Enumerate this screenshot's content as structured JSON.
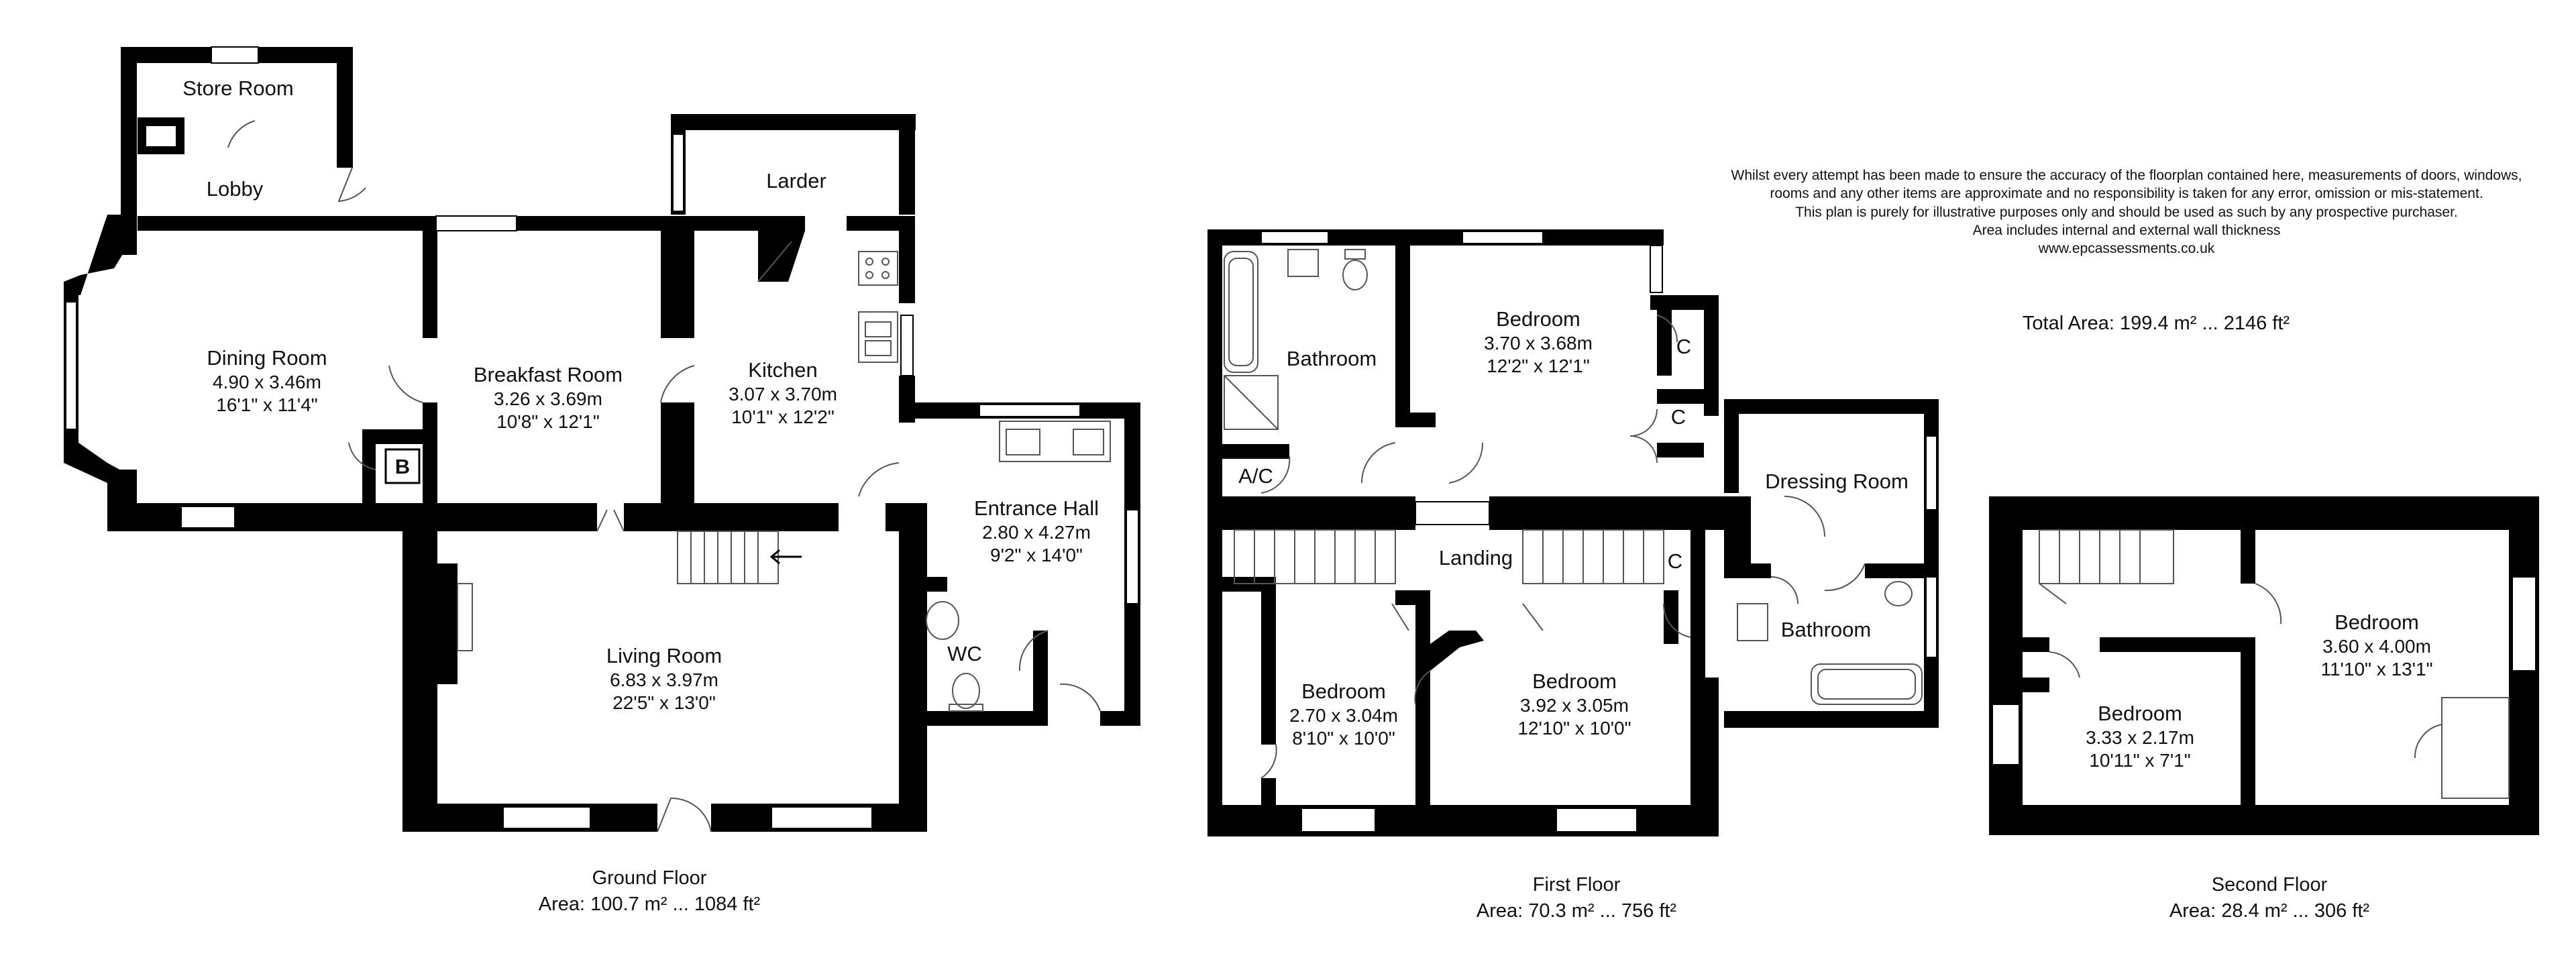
{
  "disclaimer": {
    "line1": "Whilst every attempt has been made to ensure the accuracy of the floorplan contained here, measurements of doors, windows,",
    "line2": "rooms and any other items are approximate and no responsibility is taken for any error, omission or mis-statement.",
    "line3": "This plan is purely for illustrative purposes only and should be used as such by any prospective purchaser.",
    "line4": "Area includes internal and external wall thickness",
    "line5": "www.epcassessments.co.uk"
  },
  "total_area": "Total Area: 199.4 m² ... 2146 ft²",
  "ground_floor": {
    "title": "Ground Floor",
    "area": "Area: 100.7 m² ... 1084 ft²",
    "rooms": {
      "store": {
        "name": "Store Room"
      },
      "lobby": {
        "name": "Lobby"
      },
      "dining": {
        "name": "Dining Room",
        "metric": "4.90 x 3.46m",
        "imperial": "16'1\" x 11'4\""
      },
      "breakfast": {
        "name": "Breakfast Room",
        "metric": "3.26 x 3.69m",
        "imperial": "10'8\" x 12'1\""
      },
      "larder": {
        "name": "Larder"
      },
      "kitchen": {
        "name": "Kitchen",
        "metric": "3.07 x 3.70m",
        "imperial": "10'1\" x 12'2\""
      },
      "entrance": {
        "name": "Entrance Hall",
        "metric": "2.80 x 4.27m",
        "imperial": "9'2\" x 14'0\""
      },
      "living": {
        "name": "Living Room",
        "metric": "6.83 x 3.97m",
        "imperial": "22'5\" x 13'0\""
      },
      "wc": {
        "name": "WC"
      },
      "boiler": {
        "name": "B"
      }
    }
  },
  "first_floor": {
    "title": "First Floor",
    "area": "Area: 70.3 m² ... 756 ft²",
    "rooms": {
      "bathroom1": {
        "name": "Bathroom"
      },
      "ac": {
        "name": "A/C"
      },
      "bed1": {
        "name": "Bedroom",
        "metric": "3.70 x 3.68m",
        "imperial": "12'2\" x 12'1\""
      },
      "c1": {
        "name": "C"
      },
      "c2": {
        "name": "C"
      },
      "dressing": {
        "name": "Dressing Room"
      },
      "landing": {
        "name": "Landing"
      },
      "c3": {
        "name": "C"
      },
      "bathroom2": {
        "name": "Bathroom"
      },
      "bed2": {
        "name": "Bedroom",
        "metric": "2.70 x 3.04m",
        "imperial": "8'10\" x 10'0\""
      },
      "bed3": {
        "name": "Bedroom",
        "metric": "3.92 x 3.05m",
        "imperial": "12'10\" x 10'0\""
      }
    }
  },
  "second_floor": {
    "title": "Second Floor",
    "area": "Area: 28.4 m² ... 306 ft²",
    "rooms": {
      "bed4": {
        "name": "Bedroom",
        "metric": "3.60 x 4.00m",
        "imperial": "11'10\" x 13'1\""
      },
      "bed5": {
        "name": "Bedroom",
        "metric": "3.33 x 2.17m",
        "imperial": "10'11\" x 7'1\""
      }
    }
  },
  "colors": {
    "wall": "#000000",
    "window": "#ffffff",
    "fixture_line": "#555555",
    "background": "#ffffff"
  },
  "icons": [
    "boiler-icon",
    "stairs-arrow-icon",
    "bath-icon",
    "toilet-icon",
    "sink-icon",
    "shower-icon",
    "hob-icon",
    "door-swing-icon",
    "window-icon"
  ]
}
